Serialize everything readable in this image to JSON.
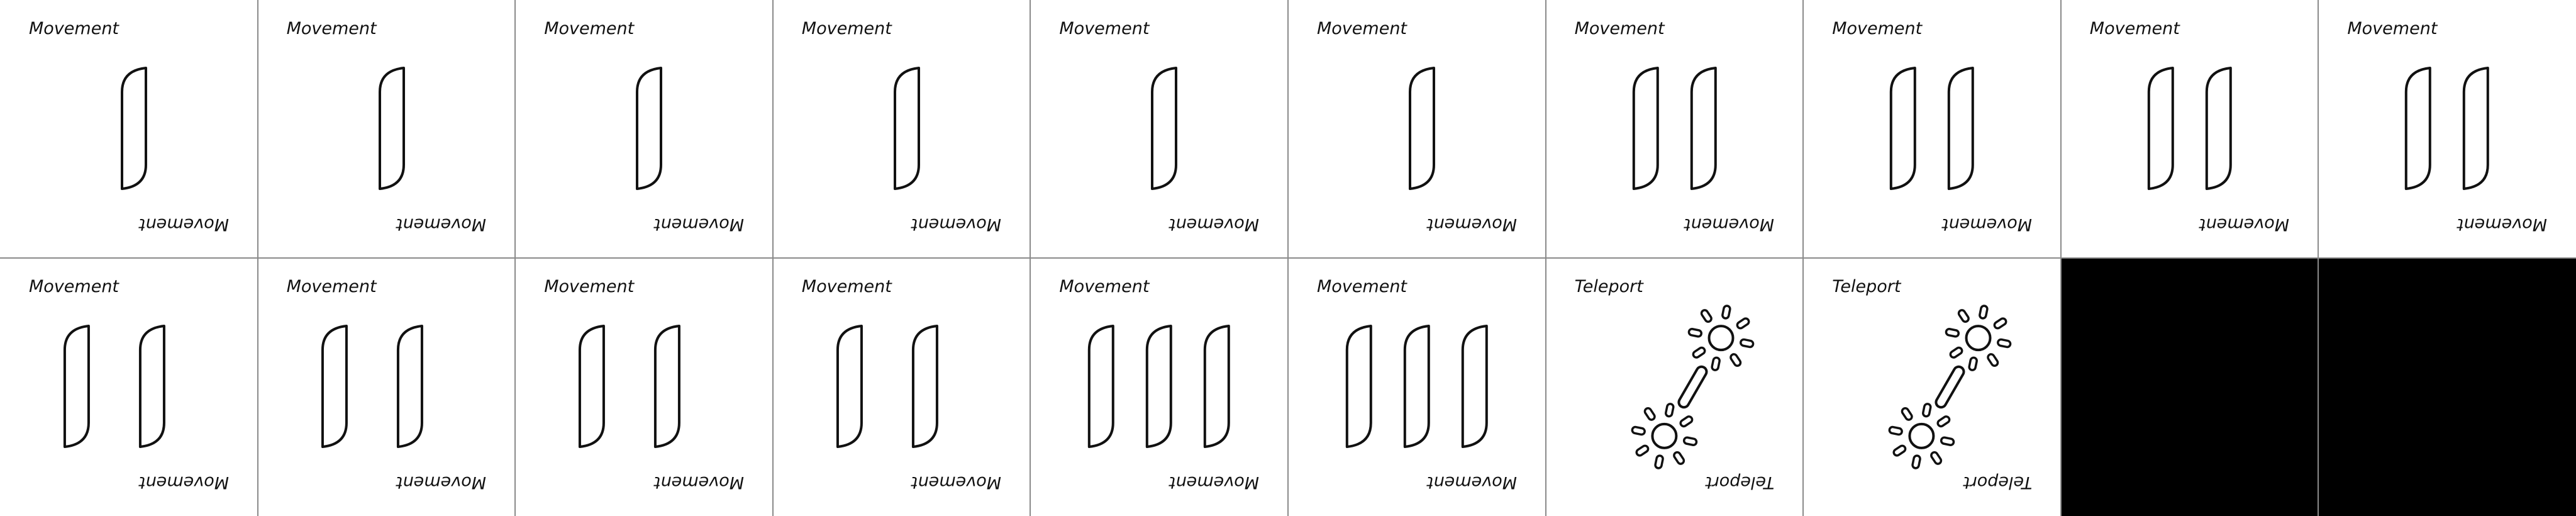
{
  "sheet": {
    "title": "",
    "rows": 2,
    "columns": 10
  },
  "colors": {
    "ink": "#111111",
    "background": "#ffffff",
    "divider": "#8a8a8a",
    "empty_slot": "#000000"
  },
  "cards": [
    {
      "label": "Movement",
      "icon": "movement-blade-icon",
      "count": 1,
      "empty": false
    },
    {
      "label": "Movement",
      "icon": "movement-blade-icon",
      "count": 1,
      "empty": false
    },
    {
      "label": "Movement",
      "icon": "movement-blade-icon",
      "count": 1,
      "empty": false
    },
    {
      "label": "Movement",
      "icon": "movement-blade-icon",
      "count": 1,
      "empty": false
    },
    {
      "label": "Movement",
      "icon": "movement-blade-icon",
      "count": 1,
      "empty": false
    },
    {
      "label": "Movement",
      "icon": "movement-blade-icon",
      "count": 1,
      "empty": false
    },
    {
      "label": "Movement",
      "icon": "movement-blade-icon",
      "count": 2,
      "empty": false
    },
    {
      "label": "Movement",
      "icon": "movement-blade-icon",
      "count": 2,
      "empty": false
    },
    {
      "label": "Movement",
      "icon": "movement-blade-icon",
      "count": 2,
      "empty": false
    },
    {
      "label": "Movement",
      "icon": "movement-blade-icon",
      "count": 2,
      "empty": false
    },
    {
      "label": "Movement",
      "icon": "movement-blade-icon",
      "count": 2,
      "empty": false
    },
    {
      "label": "Movement",
      "icon": "movement-blade-icon",
      "count": 2,
      "empty": false
    },
    {
      "label": "Movement",
      "icon": "movement-blade-icon",
      "count": 2,
      "empty": false
    },
    {
      "label": "Movement",
      "icon": "movement-blade-icon",
      "count": 2,
      "empty": false
    },
    {
      "label": "Movement",
      "icon": "movement-blade-icon",
      "count": 3,
      "empty": false
    },
    {
      "label": "Movement",
      "icon": "movement-blade-icon",
      "count": 3,
      "empty": false
    },
    {
      "label": "Teleport",
      "icon": "teleport-sun-icon",
      "count": 2,
      "empty": false
    },
    {
      "label": "Teleport",
      "icon": "teleport-sun-icon",
      "count": 2,
      "empty": false
    },
    {
      "label": "",
      "icon": "",
      "count": 0,
      "empty": true
    },
    {
      "label": "",
      "icon": "",
      "count": 0,
      "empty": true
    }
  ]
}
